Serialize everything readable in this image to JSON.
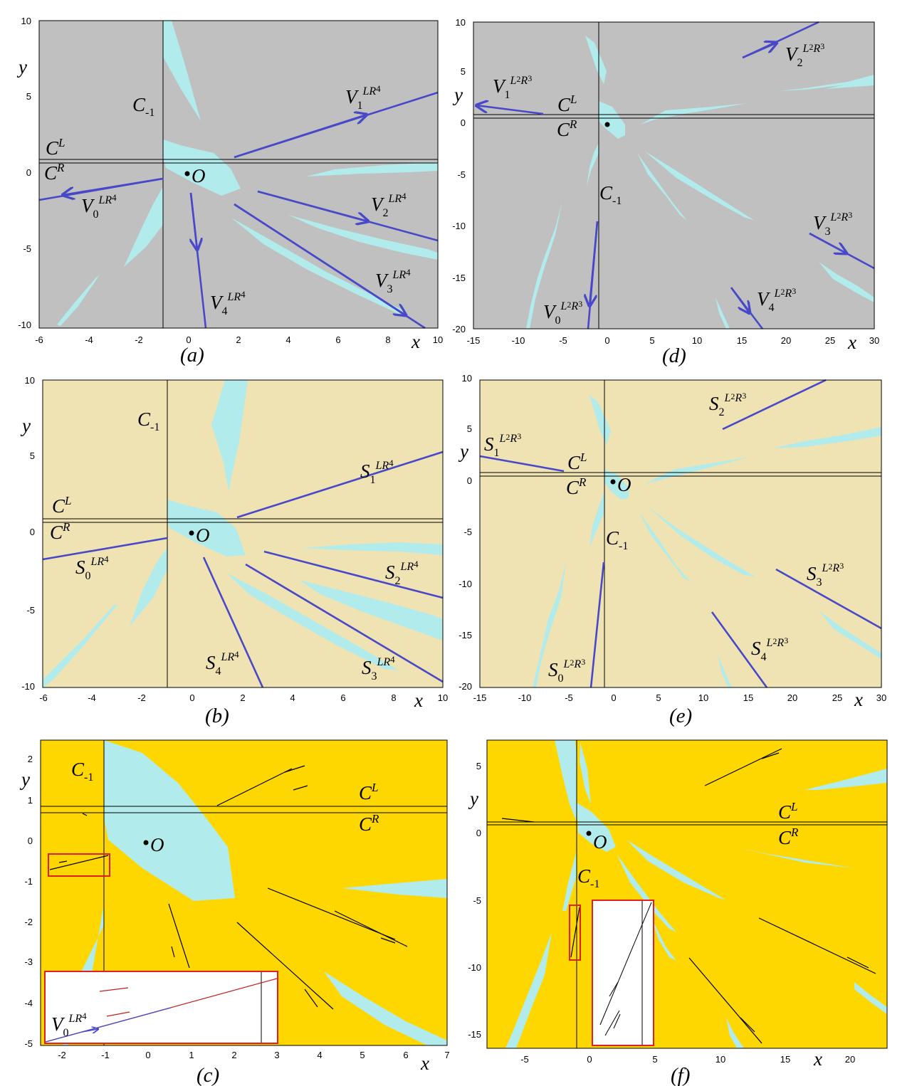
{
  "colors": {
    "bg_a": "#c0c0c0",
    "bg_b": "#efe3b4",
    "bg_c": "#ffd700",
    "cyan": "#b1ebeb",
    "manifold": "#4848c8",
    "segment": "#000000",
    "inset_border": "#e02020",
    "inset_bg": "#ffffff",
    "red_seg": "#c02020"
  },
  "panels": [
    {
      "id": "a",
      "caption": "(a)",
      "xlabel": "x",
      "ylabel": "y",
      "xlim": [
        -6,
        10
      ],
      "ylim": [
        -10,
        10
      ],
      "xticks": [
        "-6",
        "-4",
        "-2",
        "0",
        "2",
        "4",
        "6",
        "8",
        "10"
      ],
      "yticks": [
        "10",
        "5",
        "0",
        "-5",
        "-10"
      ],
      "labels": {
        "cm1": "C-1",
        "cl": "CL",
        "cr": "CR",
        "o": "O"
      },
      "curves": [
        "V1LR4",
        "V2LR4",
        "V3LR4",
        "V4LR4",
        "V0LR4"
      ]
    },
    {
      "id": "b",
      "caption": "(b)",
      "xlabel": "x",
      "ylabel": "y",
      "xlim": [
        -6,
        10
      ],
      "ylim": [
        -10,
        10
      ],
      "xticks": [
        "-6",
        "-4",
        "-2",
        "0",
        "2",
        "4",
        "6",
        "8",
        "10"
      ],
      "yticks": [
        "10",
        "5",
        "0",
        "-5",
        "-10"
      ],
      "labels": {
        "cm1": "C-1",
        "cl": "CL",
        "cr": "CR",
        "o": "O"
      },
      "curves": [
        "S1LR4",
        "S2LR4",
        "S3LR4",
        "S4LR4",
        "S0LR4"
      ]
    },
    {
      "id": "c",
      "caption": "(c)",
      "xlabel": "x",
      "ylabel": "y",
      "xlim": [
        -2.5,
        7
      ],
      "ylim": [
        -5,
        2.6
      ],
      "xticks": [
        "-2",
        "-1",
        "0",
        "1",
        "2",
        "3",
        "4",
        "5",
        "6",
        "7"
      ],
      "yticks": [
        "2",
        "1",
        "0",
        "-1",
        "-2",
        "-3",
        "-4",
        "-5"
      ],
      "labels": {
        "cm1": "C-1",
        "cl": "CL",
        "cr": "CR",
        "o": "O"
      },
      "curves": [
        "V0LR4"
      ]
    },
    {
      "id": "d",
      "caption": "(d)",
      "xlabel": "x",
      "ylabel": "y",
      "xlim": [
        -15,
        30
      ],
      "ylim": [
        -20,
        10
      ],
      "xticks": [
        "-15",
        "-10",
        "-5",
        "0",
        "5",
        "10",
        "15",
        "20",
        "25",
        "30"
      ],
      "yticks": [
        "10",
        "5",
        "0",
        "-5",
        "-10",
        "-15",
        "-20"
      ],
      "labels": {
        "cm1": "C-1",
        "cl": "CL",
        "cr": "CR",
        "o": ""
      },
      "curves": [
        "V1L2R3",
        "V2L2R3",
        "V3L2R3",
        "V4L2R3",
        "V0L2R3"
      ]
    },
    {
      "id": "e",
      "caption": "(e)",
      "xlabel": "x",
      "ylabel": "y",
      "xlim": [
        -15,
        30
      ],
      "ylim": [
        -20,
        10
      ],
      "xticks": [
        "-15",
        "-10",
        "-5",
        "0",
        "5",
        "10",
        "15",
        "20",
        "25",
        "30"
      ],
      "yticks": [
        "10",
        "5",
        "0",
        "-5",
        "-10",
        "-15",
        "-20"
      ],
      "labels": {
        "cm1": "C-1",
        "cl": "CL",
        "cr": "CR",
        "o": "O"
      },
      "curves": [
        "S1L2R3",
        "S2L2R3",
        "S3L2R3",
        "S4L2R3",
        "S0L2R3"
      ]
    },
    {
      "id": "f",
      "caption": "(f)",
      "xlabel": "x",
      "ylabel": "y",
      "xlim": [
        -8,
        23
      ],
      "ylim": [
        -16,
        7
      ],
      "xticks": [
        "-5",
        "0",
        "5",
        "10",
        "15",
        "20"
      ],
      "yticks": [
        "5",
        "0",
        "-5",
        "-10",
        "-15"
      ],
      "labels": {
        "cm1": "C-1",
        "cl": "CL",
        "cr": "CR",
        "o": "O"
      },
      "curves": []
    }
  ]
}
